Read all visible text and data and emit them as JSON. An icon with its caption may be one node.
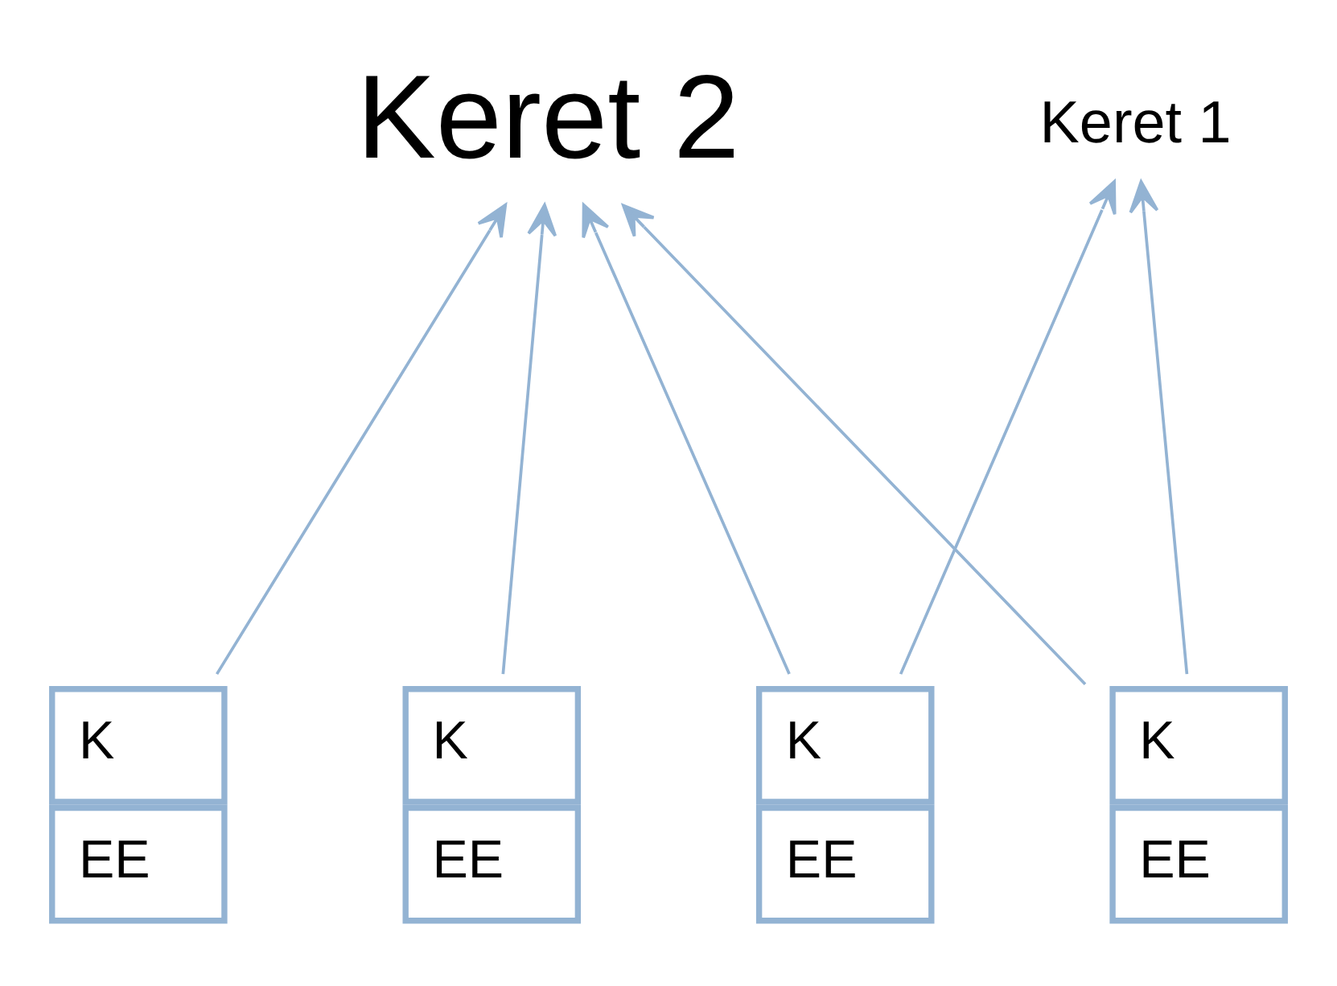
{
  "diagram": {
    "nodes": [
      {
        "text": [
          "Keret 2"
        ]
      },
      {
        "text": [
          "Keret 1"
        ]
      },
      {
        "text": [
          "K",
          "EE"
        ]
      },
      {
        "text": [
          "K",
          "EE"
        ]
      },
      {
        "text": [
          "K",
          "EE"
        ]
      },
      {
        "text": [
          "K",
          "EE"
        ]
      }
    ],
    "edges": [
      {
        "from": 2,
        "to": 0,
        "arrow": "to"
      },
      {
        "from": 3,
        "to": 0,
        "arrow": "to"
      },
      {
        "from": 4,
        "to": 0,
        "arrow": "to"
      },
      {
        "from": 4,
        "to": 1,
        "arrow": "to"
      },
      {
        "from": 5,
        "to": 0,
        "arrow": "to"
      },
      {
        "from": 5,
        "to": 1,
        "arrow": "to"
      }
    ]
  }
}
